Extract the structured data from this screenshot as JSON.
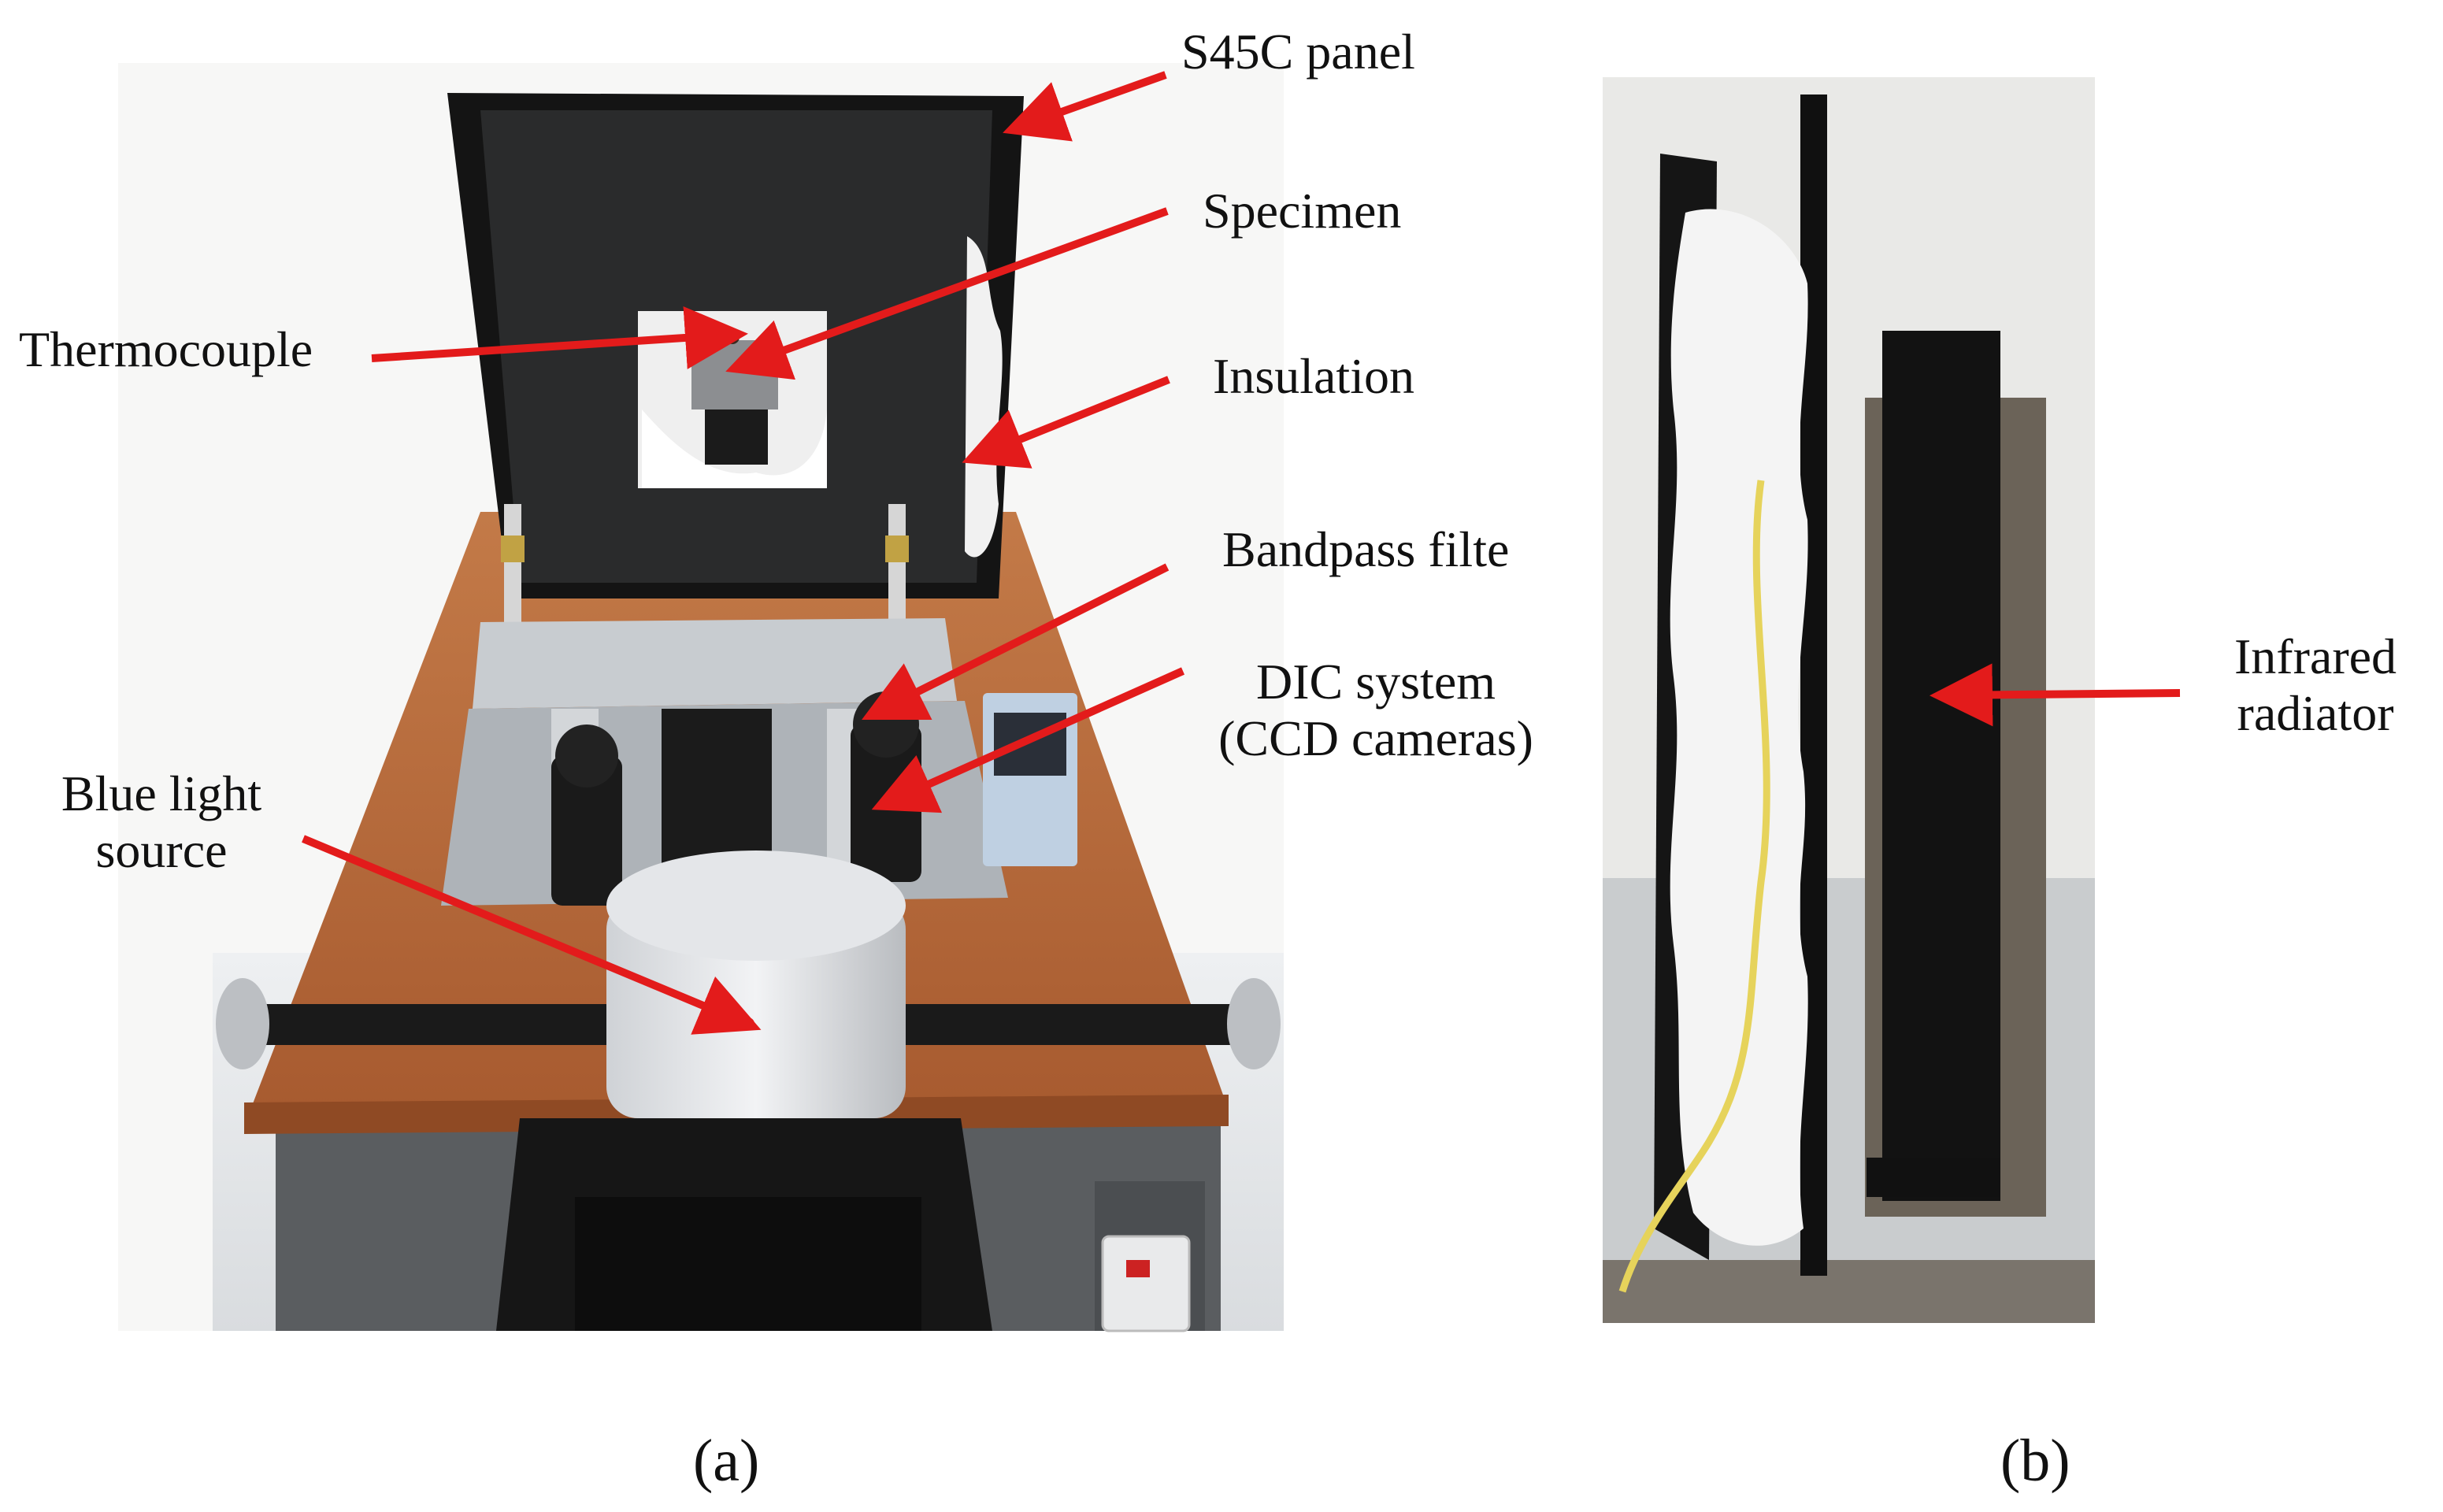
{
  "figure": {
    "panel_a": {
      "labels": {
        "s45c_panel": "S45C panel",
        "specimen": "Specimen",
        "thermocouple": "Thermocouple",
        "insulation": "Insulation",
        "bandpass_filter": "Bandpass filte",
        "dic_system_line1": "DIC system",
        "dic_system_line2": "(CCD cameras)",
        "blue_light_line1": "Blue light",
        "blue_light_line2": "source"
      },
      "caption": "(a)"
    },
    "panel_b": {
      "labels": {
        "infrared_line1": "Infrared",
        "infrared_line2": "radiator"
      },
      "caption": "(b)"
    },
    "colors": {
      "arrow": "#e31b1b",
      "panel_black": "#141414",
      "table_wood": "#b8673a",
      "aluminum": "#c8ccd0",
      "insulation": "#f4f4f4",
      "cabinet_gray": "#5a5d60"
    }
  }
}
